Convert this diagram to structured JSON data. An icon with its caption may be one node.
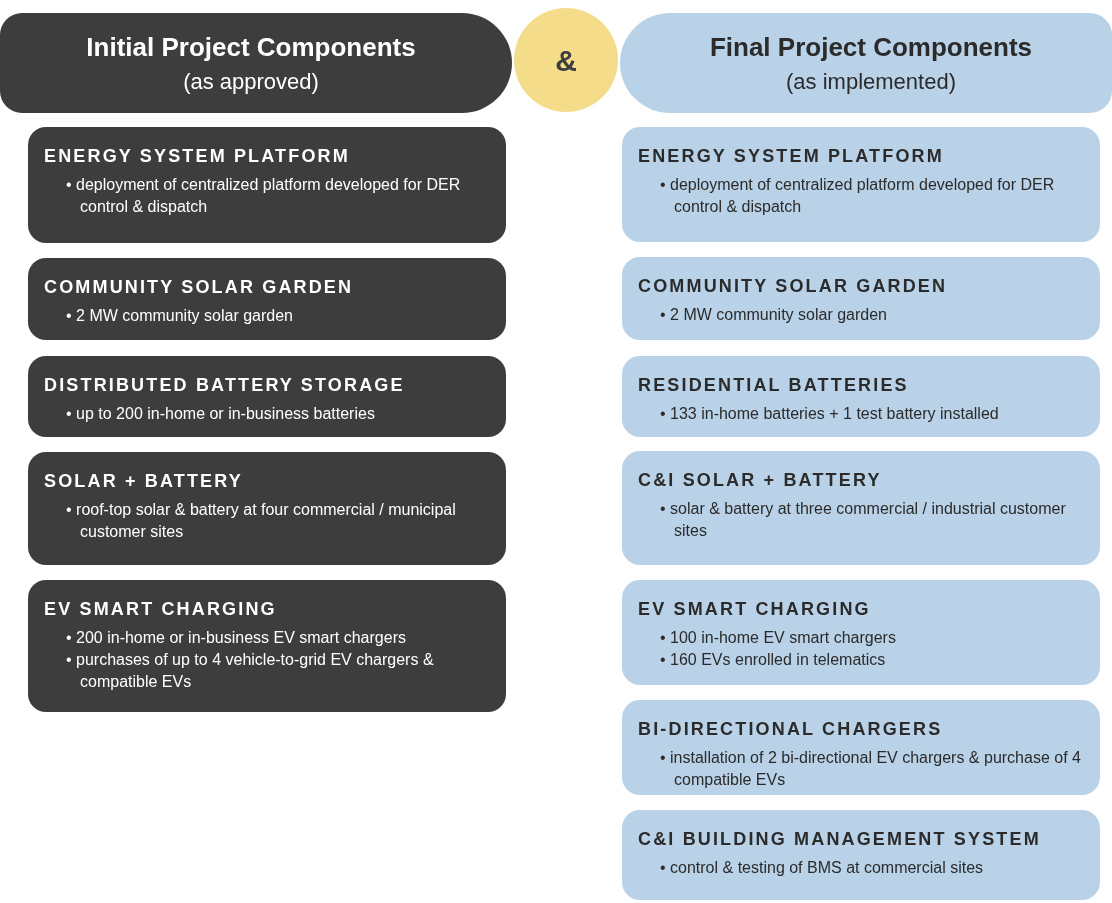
{
  "diagram": {
    "nodes": [
      {
        "text": [
          "Initial Project Components",
          "(as approved)"
        ]
      },
      {
        "text": [
          "&"
        ]
      },
      {
        "text": [
          "Final Project Components",
          "(as implemented)"
        ]
      },
      {
        "text": [
          "ENERGY SYSTEM PLATFORM",
          "• deployment of centralized platform developed for DER control & dispatch"
        ]
      },
      {
        "text": [
          "COMMUNITY SOLAR GARDEN",
          "• 2 MW community solar garden"
        ]
      },
      {
        "text": [
          "DISTRIBUTED BATTERY STORAGE",
          "• up to 200 in-home or in-business batteries"
        ]
      },
      {
        "text": [
          "SOLAR + BATTERY",
          "• roof-top solar & battery at four commercial / municipal customer sites"
        ]
      },
      {
        "text": [
          "EV SMART CHARGING",
          "• 200 in-home or in-business EV smart chargers",
          "• purchases of up to 4 vehicle-to-grid EV chargers & compatible EVs"
        ]
      },
      {
        "text": [
          "ENERGY SYSTEM PLATFORM",
          "• deployment of centralized platform developed for DER control & dispatch"
        ]
      },
      {
        "text": [
          "COMMUNITY SOLAR GARDEN",
          "• 2 MW community solar garden"
        ]
      },
      {
        "text": [
          "RESIDENTIAL BATTERIES",
          "• 133 in-home batteries + 1 test battery installed"
        ]
      },
      {
        "text": [
          "C&I SOLAR + BATTERY",
          "• solar & battery at three commercial / industrial customer sites"
        ]
      },
      {
        "text": [
          "EV SMART CHARGING",
          "• 100 in-home EV smart chargers",
          "• 160 EVs enrolled in telematics"
        ]
      },
      {
        "text": [
          "BI-DIRECTIONAL CHARGERS",
          "• installation of 2 bi-directional EV chargers & purchase of 4 compatible EVs"
        ]
      },
      {
        "text": [
          "C&I BUILDING MANAGEMENT SYSTEM",
          "• control & testing of BMS at commercial sites"
        ]
      }
    ]
  }
}
